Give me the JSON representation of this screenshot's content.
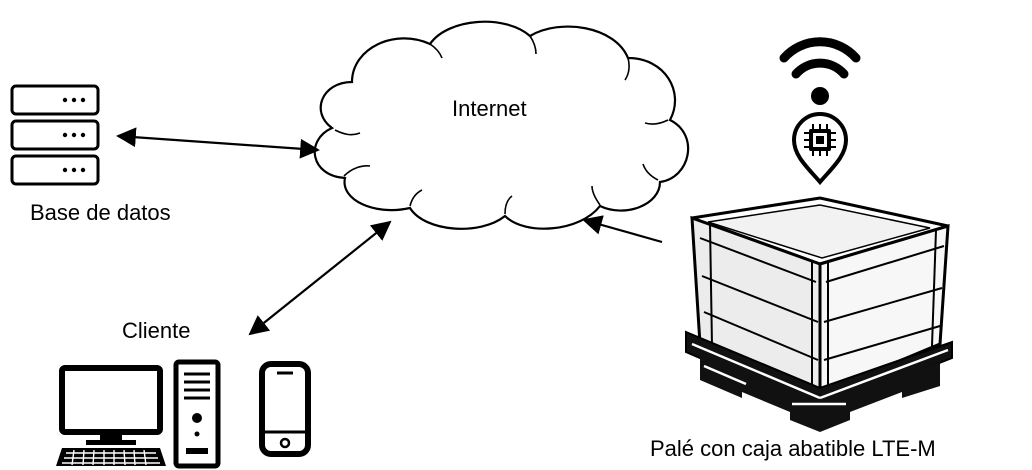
{
  "labels": {
    "internet": "Internet",
    "database": "Base de datos",
    "client": "Cliente",
    "pallet": "Palé con caja abatible LTE-M"
  },
  "colors": {
    "stroke": "#000000",
    "background": "#ffffff",
    "crate_fill": "#e6e6e6",
    "pallet_fill": "#111111"
  },
  "icons": [
    "cloud-icon",
    "database-server-icon",
    "desktop-monitor-icon",
    "keyboard-icon",
    "computer-tower-icon",
    "smartphone-icon",
    "wifi-signal-icon",
    "location-chip-icon",
    "pallet-crate-icon"
  ]
}
